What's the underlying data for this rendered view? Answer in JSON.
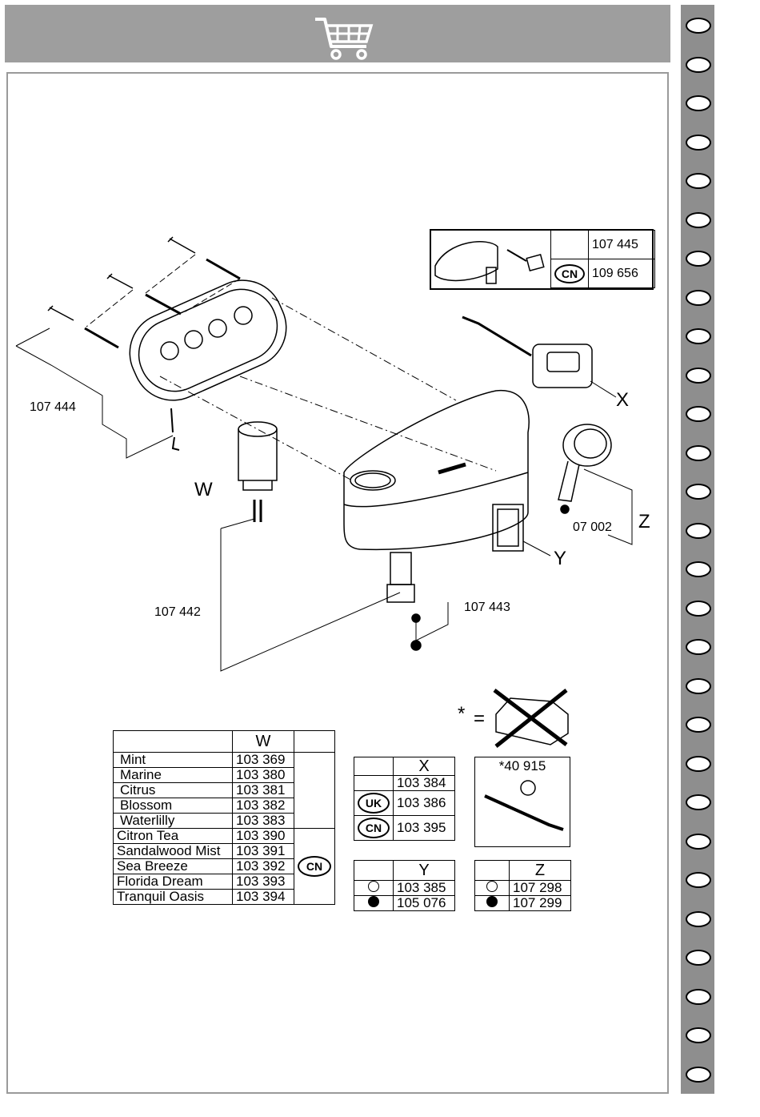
{
  "header": {
    "icon": "shopping-cart-icon"
  },
  "callouts": {
    "kit_107444": "107 444",
    "kit_107442": "107 442",
    "kit_107443": "107 443",
    "nozzle_07002": "07 002",
    "label_w": "W",
    "label_x": "X",
    "label_y": "Y",
    "label_z": "Z"
  },
  "inset_table": {
    "rows": [
      {
        "region": "",
        "code": "107 445"
      },
      {
        "region": "CN",
        "code": "109 656"
      }
    ]
  },
  "not_included": {
    "star": "*",
    "equals": "="
  },
  "table_w": {
    "header": "W",
    "rows": [
      {
        "name": "Mint",
        "code": "103 369"
      },
      {
        "name": "Marine",
        "code": "103 380"
      },
      {
        "name": "Citrus",
        "code": "103 381"
      },
      {
        "name": "Blossom",
        "code": "103 382"
      },
      {
        "name": "Waterlilly",
        "code": "103 383"
      },
      {
        "name": "Citron Tea",
        "code": "103 390"
      },
      {
        "name": "Sandalwood Mist",
        "code": "103 391"
      },
      {
        "name": "Sea Breeze",
        "code": "103 392"
      },
      {
        "name": "Florida Dream",
        "code": "103 393"
      },
      {
        "name": "Tranquil Oasis",
        "code": "103 394"
      }
    ],
    "region_cn": "CN"
  },
  "table_x": {
    "header": "X",
    "rows": [
      {
        "region": "",
        "code": "103 384"
      },
      {
        "region": "UK",
        "code": "103 386"
      },
      {
        "region": "CN",
        "code": "103 395"
      }
    ]
  },
  "accessory": {
    "code": "*40 915"
  },
  "table_y": {
    "header": "Y",
    "rows": [
      {
        "finish": "white",
        "code": "103 385"
      },
      {
        "finish": "black",
        "code": "105 076"
      }
    ]
  },
  "table_z": {
    "header": "Z",
    "rows": [
      {
        "finish": "white",
        "code": "107 298"
      },
      {
        "finish": "black",
        "code": "107 299"
      }
    ]
  }
}
